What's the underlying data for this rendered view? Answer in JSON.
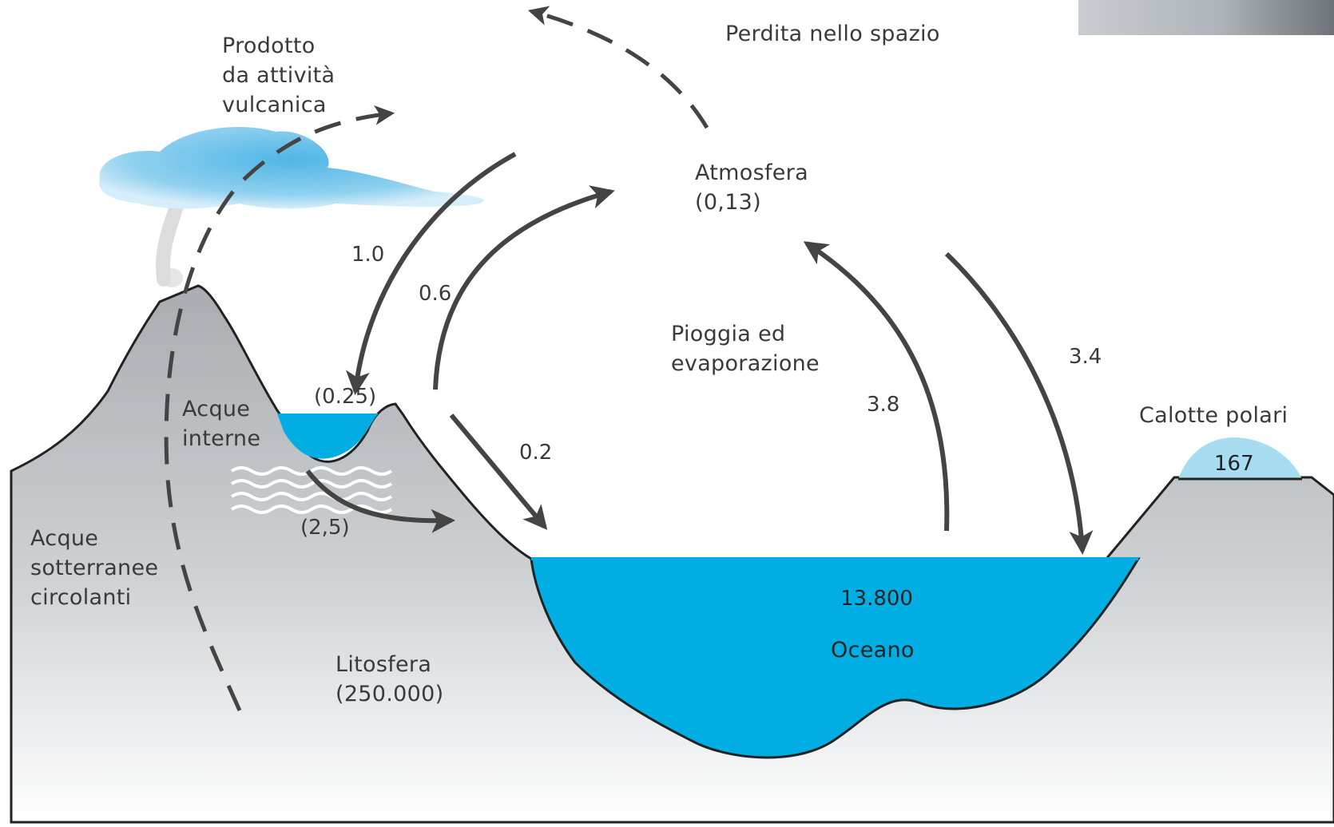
{
  "labels": {
    "volcanic": [
      "Prodotto",
      "da attività",
      "vulcanica"
    ],
    "space_loss": "Perdita nello spazio",
    "atmosphere": {
      "name": "Atmosfera",
      "value": "(0,13)"
    },
    "rain_evaporation": [
      "Pioggia ed",
      "evaporazione"
    ],
    "polar_caps": "Calotte polari",
    "polar_value": "167",
    "inland_waters": [
      "Acque",
      "interne"
    ],
    "inland_value": "(0.25)",
    "groundwater": [
      "Acque",
      "sotterranee",
      "circolanti"
    ],
    "groundwater_value": "(2,5)",
    "lithosphere": {
      "name": "Litosfera",
      "value": "(250.000)"
    },
    "ocean": {
      "name": "Oceano",
      "value": "13.800"
    }
  },
  "flows": {
    "atm_to_inland": "1.0",
    "inland_to_atm": "0.6",
    "inland_to_ocean": "0.2",
    "ocean_to_atm": "3.8",
    "atm_to_ocean": "3.4"
  },
  "colors": {
    "water": "#00aee3",
    "ice": "#a8dcf0",
    "land": "#c2c5c8",
    "arrow": "#444444",
    "text": "#3a3a3a"
  }
}
